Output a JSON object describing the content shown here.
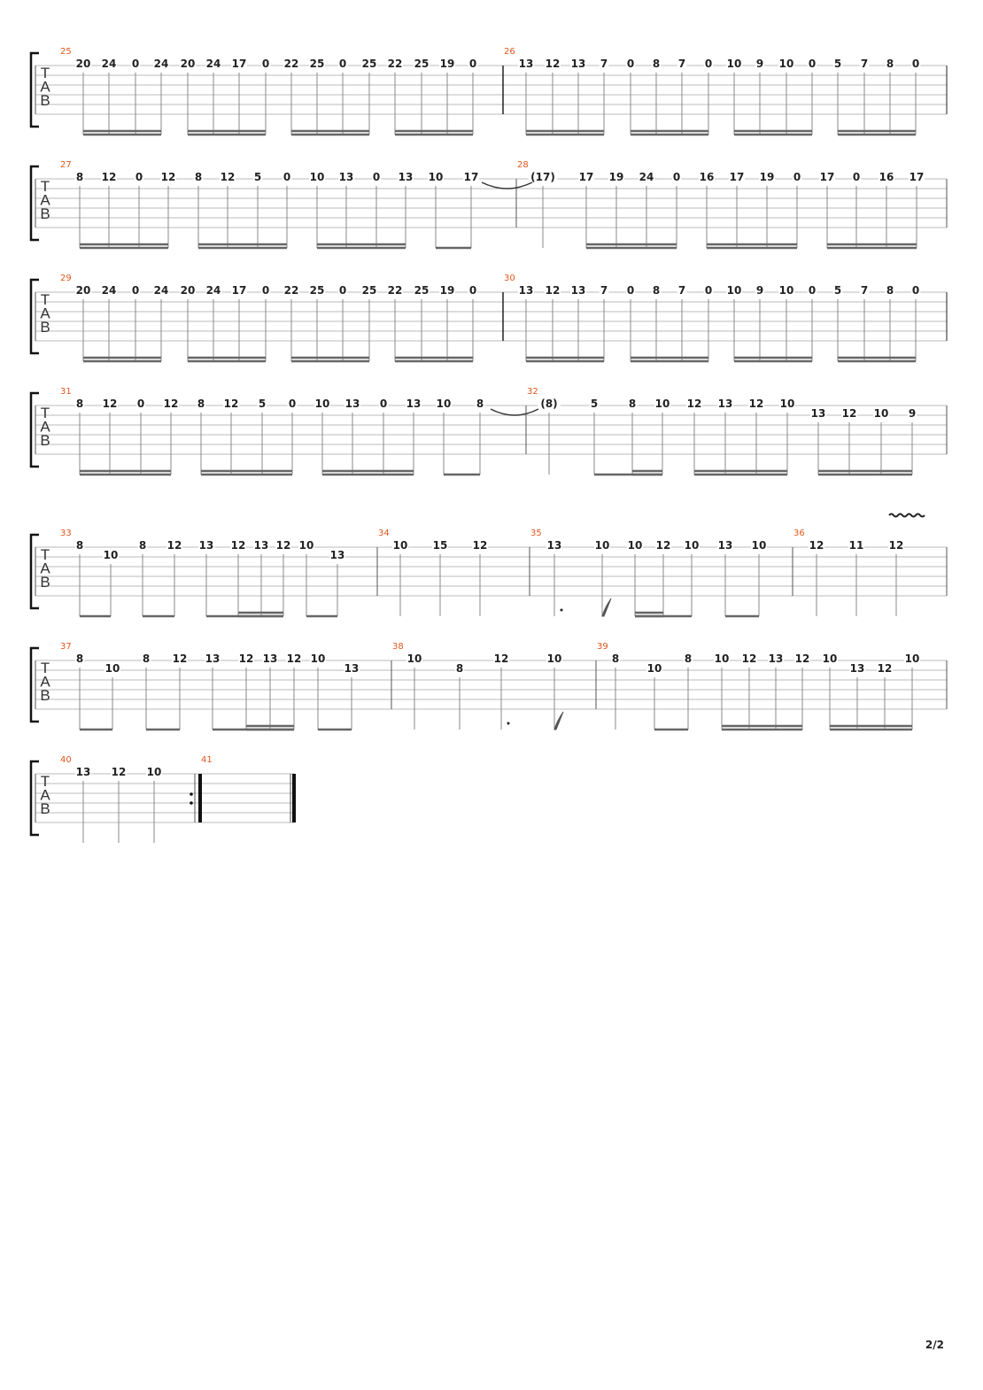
{
  "page_number": "2/2",
  "tab_letters": [
    "T",
    "A",
    "B"
  ],
  "colors": {
    "measure_number": "#e0571c",
    "staff": "#bbbbbb",
    "ink": "#222222"
  },
  "systems": [
    {
      "measures": [
        {
          "number": "25",
          "beats": [
            {
              "f": "20",
              "s": 1
            },
            {
              "f": "24",
              "s": 1
            },
            {
              "f": "0",
              "s": 1
            },
            {
              "f": "24",
              "s": 1
            },
            {
              "f": "20",
              "s": 1
            },
            {
              "f": "24",
              "s": 1
            },
            {
              "f": "17",
              "s": 1
            },
            {
              "f": "0",
              "s": 1
            },
            {
              "f": "22",
              "s": 1
            },
            {
              "f": "25",
              "s": 1
            },
            {
              "f": "0",
              "s": 1
            },
            {
              "f": "25",
              "s": 1
            },
            {
              "f": "22",
              "s": 1
            },
            {
              "f": "25",
              "s": 1
            },
            {
              "f": "19",
              "s": 1
            },
            {
              "f": "0",
              "s": 1
            }
          ],
          "beams": [
            [
              0,
              3,
              2
            ],
            [
              4,
              7,
              2
            ],
            [
              8,
              11,
              2
            ],
            [
              12,
              15,
              2
            ]
          ]
        },
        {
          "number": "26",
          "beats": [
            {
              "f": "13",
              "s": 1
            },
            {
              "f": "12",
              "s": 1
            },
            {
              "f": "13",
              "s": 1
            },
            {
              "f": "7",
              "s": 1
            },
            {
              "f": "0",
              "s": 1
            },
            {
              "f": "8",
              "s": 1
            },
            {
              "f": "7",
              "s": 1
            },
            {
              "f": "0",
              "s": 1
            },
            {
              "f": "10",
              "s": 1
            },
            {
              "f": "9",
              "s": 1
            },
            {
              "f": "10",
              "s": 1
            },
            {
              "f": "0",
              "s": 1
            },
            {
              "f": "5",
              "s": 1
            },
            {
              "f": "7",
              "s": 1
            },
            {
              "f": "8",
              "s": 1
            },
            {
              "f": "0",
              "s": 1
            }
          ],
          "beams": [
            [
              0,
              3,
              2
            ],
            [
              4,
              7,
              2
            ],
            [
              8,
              11,
              2
            ],
            [
              12,
              15,
              2
            ]
          ]
        }
      ]
    },
    {
      "measures": [
        {
          "number": "27",
          "beats": [
            {
              "f": "8",
              "s": 1
            },
            {
              "f": "12",
              "s": 1
            },
            {
              "f": "0",
              "s": 1
            },
            {
              "f": "12",
              "s": 1
            },
            {
              "f": "8",
              "s": 1
            },
            {
              "f": "12",
              "s": 1
            },
            {
              "f": "5",
              "s": 1
            },
            {
              "f": "0",
              "s": 1
            },
            {
              "f": "10",
              "s": 1
            },
            {
              "f": "13",
              "s": 1
            },
            {
              "f": "0",
              "s": 1
            },
            {
              "f": "13",
              "s": 1
            },
            {
              "f": "10",
              "s": 1
            },
            {
              "f": "17",
              "s": 1
            }
          ],
          "beams": [
            [
              0,
              3,
              2
            ],
            [
              4,
              7,
              2
            ],
            [
              8,
              11,
              2
            ],
            [
              12,
              13,
              1
            ]
          ],
          "tie_out": 13
        },
        {
          "number": "28",
          "beats": [
            {
              "f": "(17)",
              "s": 1
            },
            {
              "f": "17",
              "s": 1
            },
            {
              "f": "19",
              "s": 1
            },
            {
              "f": "24",
              "s": 1
            },
            {
              "f": "0",
              "s": 1
            },
            {
              "f": "16",
              "s": 1
            },
            {
              "f": "17",
              "s": 1
            },
            {
              "f": "19",
              "s": 1
            },
            {
              "f": "0",
              "s": 1
            },
            {
              "f": "17",
              "s": 1
            },
            {
              "f": "0",
              "s": 1
            },
            {
              "f": "16",
              "s": 1
            },
            {
              "f": "17",
              "s": 1
            }
          ],
          "beams": [
            [
              1,
              4,
              2
            ],
            [
              5,
              8,
              2
            ],
            [
              9,
              12,
              2
            ]
          ],
          "tie_in": 0,
          "gap_after": [
            0
          ]
        }
      ]
    },
    {
      "measures": [
        {
          "number": "29",
          "beats": [
            {
              "f": "20",
              "s": 1
            },
            {
              "f": "24",
              "s": 1
            },
            {
              "f": "0",
              "s": 1
            },
            {
              "f": "24",
              "s": 1
            },
            {
              "f": "20",
              "s": 1
            },
            {
              "f": "24",
              "s": 1
            },
            {
              "f": "17",
              "s": 1
            },
            {
              "f": "0",
              "s": 1
            },
            {
              "f": "22",
              "s": 1
            },
            {
              "f": "25",
              "s": 1
            },
            {
              "f": "0",
              "s": 1
            },
            {
              "f": "25",
              "s": 1
            },
            {
              "f": "22",
              "s": 1
            },
            {
              "f": "25",
              "s": 1
            },
            {
              "f": "19",
              "s": 1
            },
            {
              "f": "0",
              "s": 1
            }
          ],
          "beams": [
            [
              0,
              3,
              2
            ],
            [
              4,
              7,
              2
            ],
            [
              8,
              11,
              2
            ],
            [
              12,
              15,
              2
            ]
          ]
        },
        {
          "number": "30",
          "beats": [
            {
              "f": "13",
              "s": 1
            },
            {
              "f": "12",
              "s": 1
            },
            {
              "f": "13",
              "s": 1
            },
            {
              "f": "7",
              "s": 1
            },
            {
              "f": "0",
              "s": 1
            },
            {
              "f": "8",
              "s": 1
            },
            {
              "f": "7",
              "s": 1
            },
            {
              "f": "0",
              "s": 1
            },
            {
              "f": "10",
              "s": 1
            },
            {
              "f": "9",
              "s": 1
            },
            {
              "f": "10",
              "s": 1
            },
            {
              "f": "0",
              "s": 1
            },
            {
              "f": "5",
              "s": 1
            },
            {
              "f": "7",
              "s": 1
            },
            {
              "f": "8",
              "s": 1
            },
            {
              "f": "0",
              "s": 1
            }
          ],
          "beams": [
            [
              0,
              3,
              2
            ],
            [
              4,
              7,
              2
            ],
            [
              8,
              11,
              2
            ],
            [
              12,
              15,
              2
            ]
          ]
        }
      ]
    },
    {
      "measures": [
        {
          "number": "31",
          "beats": [
            {
              "f": "8",
              "s": 1
            },
            {
              "f": "12",
              "s": 1
            },
            {
              "f": "0",
              "s": 1
            },
            {
              "f": "12",
              "s": 1
            },
            {
              "f": "8",
              "s": 1
            },
            {
              "f": "12",
              "s": 1
            },
            {
              "f": "5",
              "s": 1
            },
            {
              "f": "0",
              "s": 1
            },
            {
              "f": "10",
              "s": 1
            },
            {
              "f": "13",
              "s": 1
            },
            {
              "f": "0",
              "s": 1
            },
            {
              "f": "13",
              "s": 1
            },
            {
              "f": "10",
              "s": 1
            },
            {
              "f": "8",
              "s": 1
            }
          ],
          "beams": [
            [
              0,
              3,
              2
            ],
            [
              4,
              7,
              2
            ],
            [
              8,
              11,
              2
            ],
            [
              12,
              13,
              1
            ]
          ],
          "tie_out": 13
        },
        {
          "number": "32",
          "beats": [
            {
              "f": "(8)",
              "s": 1
            },
            {
              "f": "5",
              "s": 1
            },
            {
              "f": "8",
              "s": 1
            },
            {
              "f": "10",
              "s": 1
            },
            {
              "f": "12",
              "s": 1
            },
            {
              "f": "13",
              "s": 1
            },
            {
              "f": "12",
              "s": 1
            },
            {
              "f": "10",
              "s": 1
            },
            {
              "f": "13",
              "s": 2
            },
            {
              "f": "12",
              "s": 2
            },
            {
              "f": "10",
              "s": 2
            },
            {
              "f": "9",
              "s": 2
            }
          ],
          "beams": [
            [
              1,
              3,
              1
            ],
            [
              2,
              3,
              2
            ],
            [
              4,
              7,
              2
            ],
            [
              8,
              11,
              2
            ]
          ],
          "tie_in": 0,
          "gap_after": [
            0
          ]
        }
      ]
    },
    {
      "measures": [
        {
          "number": "33",
          "beats": [
            {
              "f": "8",
              "s": 1
            },
            {
              "f": "10",
              "s": 2
            },
            {
              "f": "8",
              "s": 1
            },
            {
              "f": "12",
              "s": 1
            },
            {
              "f": "13",
              "s": 1
            },
            {
              "f": "12",
              "s": 1
            },
            {
              "f": "13",
              "s": 1
            },
            {
              "f": "12",
              "s": 1
            },
            {
              "f": "10",
              "s": 1
            },
            {
              "f": "13",
              "s": 2
            }
          ],
          "beams": [
            [
              0,
              1,
              1
            ],
            [
              2,
              3,
              1
            ],
            [
              4,
              7,
              1
            ],
            [
              5,
              7,
              2
            ],
            [
              8,
              9,
              1
            ]
          ]
        },
        {
          "number": "34",
          "beats": [
            {
              "f": "10",
              "s": 1
            },
            {
              "f": "15",
              "s": 1
            },
            {
              "f": "12",
              "s": 1
            }
          ],
          "beams": []
        },
        {
          "number": "35",
          "beats": [
            {
              "f": "13",
              "s": 1,
              "dot": true
            },
            {
              "f": "10",
              "s": 1,
              "flag": true
            },
            {
              "f": "10",
              "s": 1
            },
            {
              "f": "12",
              "s": 1
            },
            {
              "f": "10",
              "s": 1
            },
            {
              "f": "13",
              "s": 1
            },
            {
              "f": "10",
              "s": 1
            }
          ],
          "beams": [
            [
              2,
              4,
              1
            ],
            [
              2,
              3,
              2
            ],
            [
              5,
              6,
              1
            ]
          ]
        },
        {
          "number": "36",
          "beats": [
            {
              "f": "12",
              "s": 1
            },
            {
              "f": "11",
              "s": 1
            },
            {
              "f": "12",
              "s": 1,
              "vibrato": true
            }
          ],
          "beams": []
        }
      ]
    },
    {
      "measures": [
        {
          "number": "37",
          "beats": [
            {
              "f": "8",
              "s": 1
            },
            {
              "f": "10",
              "s": 2
            },
            {
              "f": "8",
              "s": 1
            },
            {
              "f": "12",
              "s": 1
            },
            {
              "f": "13",
              "s": 1
            },
            {
              "f": "12",
              "s": 1
            },
            {
              "f": "13",
              "s": 1
            },
            {
              "f": "12",
              "s": 1
            },
            {
              "f": "10",
              "s": 1
            },
            {
              "f": "13",
              "s": 2
            }
          ],
          "beams": [
            [
              0,
              1,
              1
            ],
            [
              2,
              3,
              1
            ],
            [
              4,
              7,
              1
            ],
            [
              5,
              7,
              2
            ],
            [
              8,
              9,
              1
            ]
          ]
        },
        {
          "number": "38",
          "beats": [
            {
              "f": "10",
              "s": 1
            },
            {
              "f": "8",
              "s": 2
            },
            {
              "f": "12",
              "s": 1,
              "dot": true
            },
            {
              "f": "10",
              "s": 1,
              "flag": true
            }
          ],
          "beams": []
        },
        {
          "number": "39",
          "beats": [
            {
              "f": "8",
              "s": 1
            },
            {
              "f": "10",
              "s": 2
            },
            {
              "f": "8",
              "s": 1
            },
            {
              "f": "10",
              "s": 1
            },
            {
              "f": "12",
              "s": 1
            },
            {
              "f": "13",
              "s": 1
            },
            {
              "f": "12",
              "s": 1
            },
            {
              "f": "10",
              "s": 1
            },
            {
              "f": "13",
              "s": 2
            },
            {
              "f": "12",
              "s": 2
            },
            {
              "f": "10",
              "s": 1
            }
          ],
          "beams": [
            [
              1,
              2,
              1
            ],
            [
              3,
              6,
              2
            ],
            [
              7,
              10,
              2
            ]
          ]
        }
      ]
    },
    {
      "measures": [
        {
          "number": "40",
          "beats": [
            {
              "f": "13",
              "s": 1
            },
            {
              "f": "12",
              "s": 1
            },
            {
              "f": "10",
              "s": 1
            }
          ],
          "beams": [],
          "repeat_end": true
        },
        {
          "number": "41",
          "beats": [],
          "beams": [],
          "final": true
        }
      ]
    }
  ]
}
